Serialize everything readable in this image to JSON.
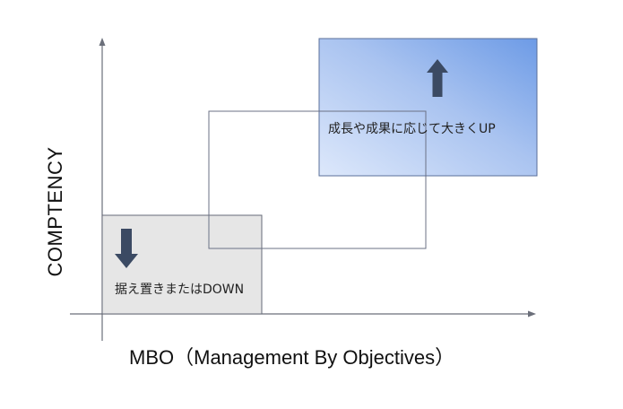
{
  "axes": {
    "x_label": "MBO（Management By Objectives）",
    "y_label": "COMPTENCY"
  },
  "boxes": {
    "up": {
      "label": "成長や成果に応じて大きくUP",
      "arrow": "arrow-up-icon"
    },
    "down": {
      "label": "据え置きまたはDOWN",
      "arrow": "arrow-down-icon"
    },
    "middle": {
      "label": ""
    }
  },
  "colors": {
    "axis": "#6b6f7a",
    "up_box_light": "#dde8fb",
    "up_box_dark": "#6d9be6",
    "up_box_border": "#5a6f9a",
    "down_box_fill": "#e6e6e6",
    "down_box_border": "#666b78",
    "middle_box_border": "#6b7185",
    "arrow": "#3b4a63"
  }
}
